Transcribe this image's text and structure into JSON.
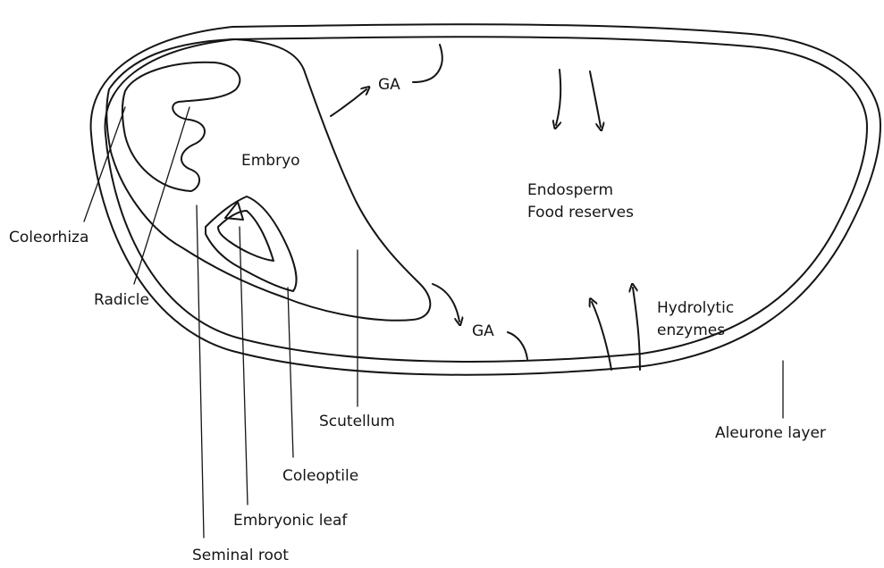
{
  "labels": {
    "ga_top": "GA",
    "ga_bottom": "GA",
    "embryo": "Embryo",
    "endosperm": "Endosperm",
    "food_reserves": "Food reserves",
    "hydrolytic": "Hydrolytic",
    "enzymes": "enzymes",
    "coleorhiza": "Coleorhiza",
    "radicle": "Radicle",
    "scutellum": "Scutellum",
    "coleoptile": "Coleoptile",
    "embryonic_leaf": "Embryonic leaf",
    "seminal_root": "Seminal root",
    "aleurone_layer": "Aleurone layer"
  },
  "colors": {
    "ink": "#151515",
    "paper": "#ffffff"
  }
}
